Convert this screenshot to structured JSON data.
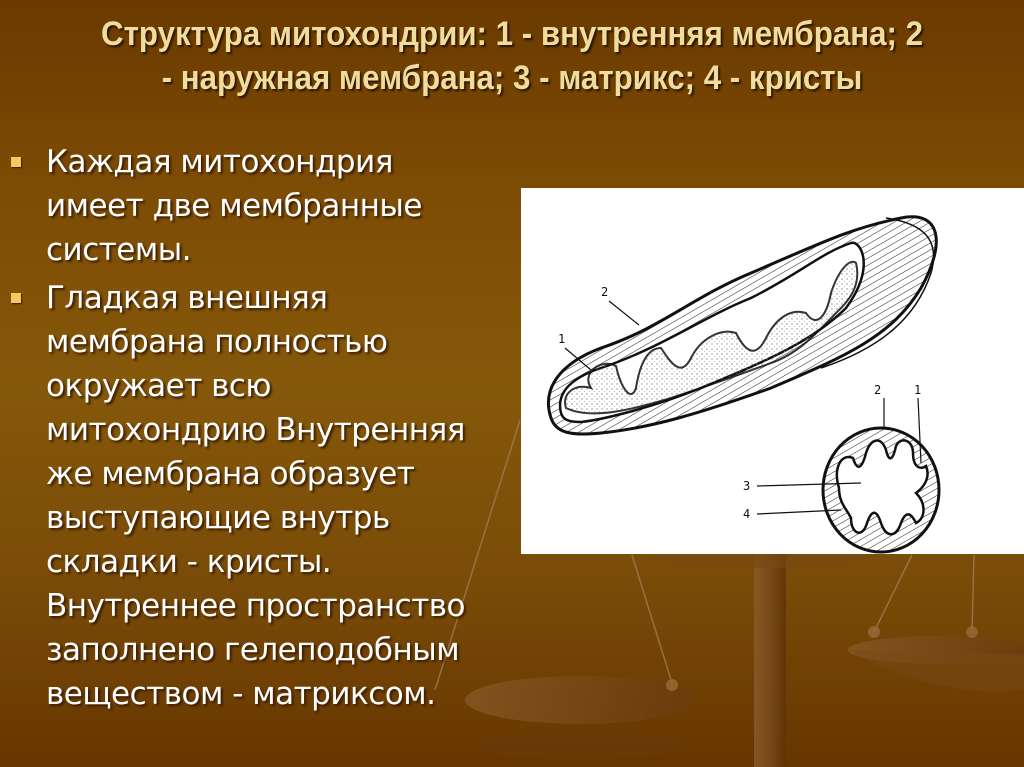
{
  "slide": {
    "title_lines": [
      "Структура митохондрии:  1 - внутренняя мембрана; 2",
      "- наружная мембрана; 3 - матрикс; 4 - кристы"
    ],
    "bullets": [
      {
        "lines": [
          "Каждая митохондрия",
          "имеет две мембранные",
          "системы."
        ]
      },
      {
        "lines": [
          "Гладкая внешняя",
          "мембрана полностью",
          "окружает всю",
          "митохондрию Внутренняя",
          "же мембрана образует",
          "выступающие внутрь",
          "складки - кристы.",
          "Внутреннее пространство",
          "заполнено гелеподобным",
          "веществом - матриксом."
        ]
      }
    ],
    "figure": {
      "longitudinal_labels": [
        "2",
        "1"
      ],
      "cross_section_labels": [
        "2",
        "1",
        "3",
        "4"
      ]
    },
    "colors": {
      "background_top": "#6a3a00",
      "background_mid": "#85580a",
      "title_text": "#f0dc9c",
      "body_text": "#ffffff",
      "bullet_marker": "#f8c860",
      "figure_bg": "#ffffff"
    }
  }
}
